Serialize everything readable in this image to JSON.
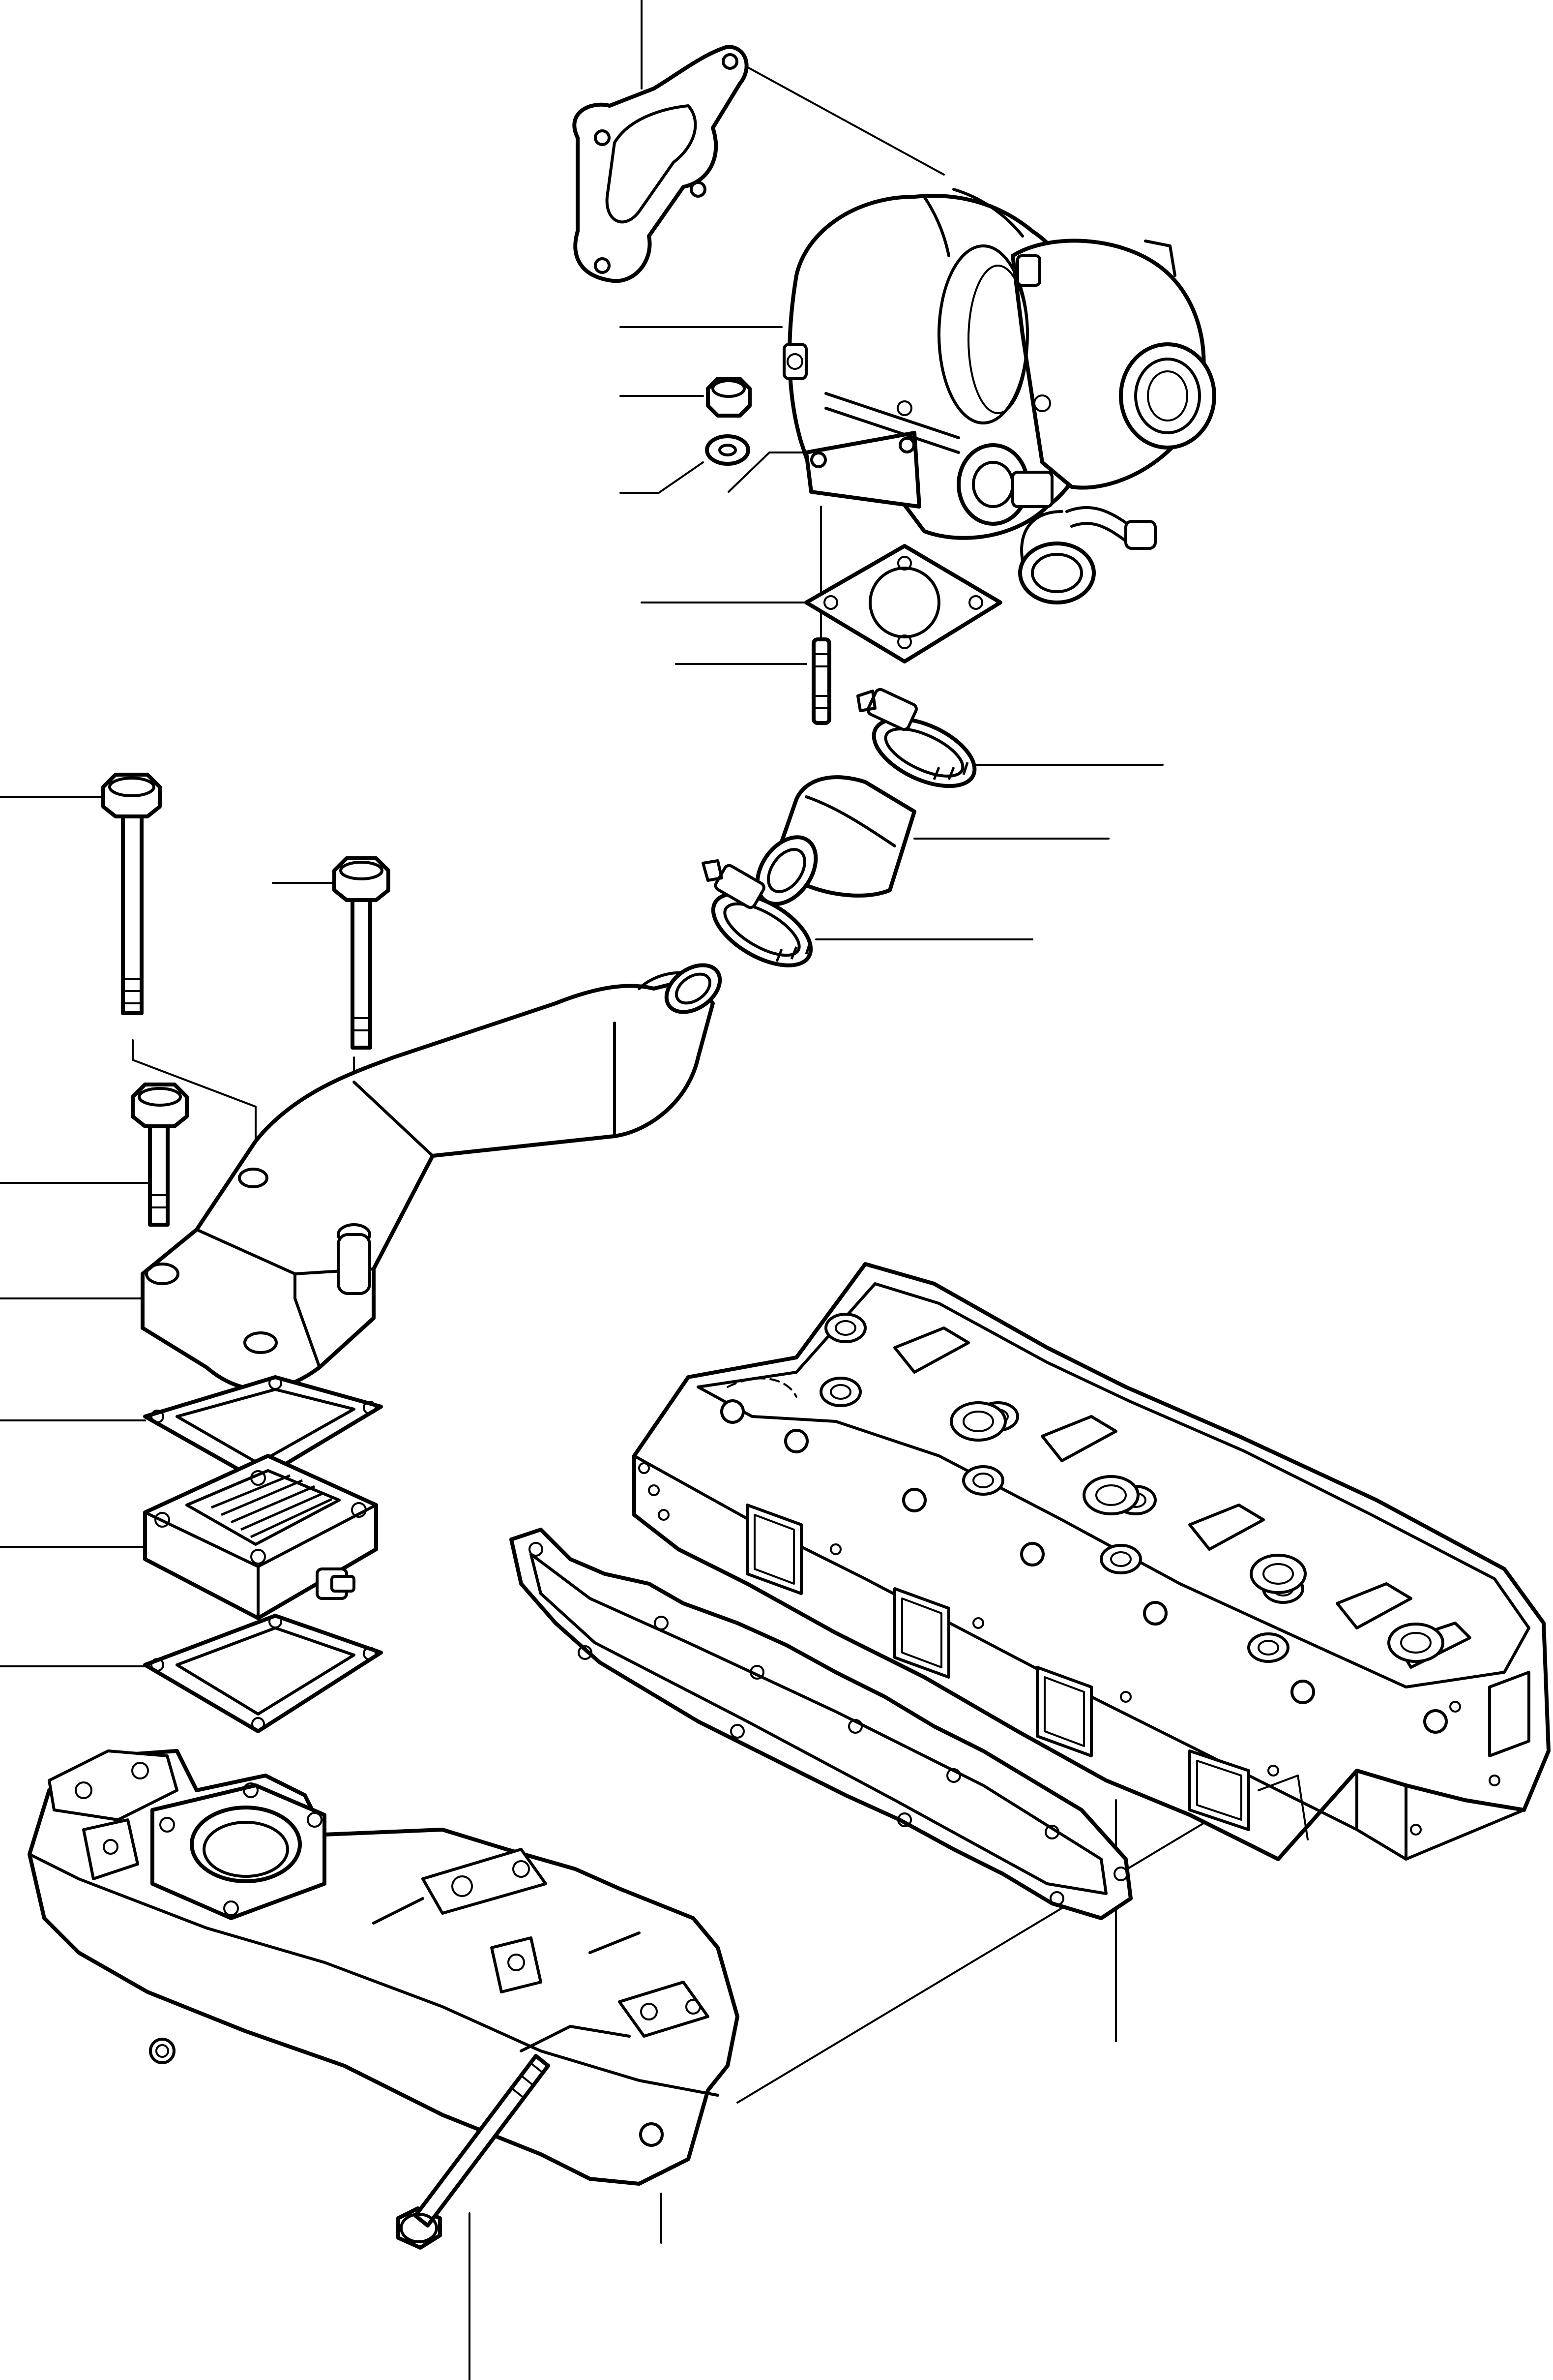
{
  "figure": {
    "kind": "exploded-parts-diagram",
    "ink_color": "#000000",
    "background_color": "#ffffff"
  },
  "parts": [
    {
      "id": "turbo-gasket-top"
    },
    {
      "id": "turbocharger"
    },
    {
      "id": "nut"
    },
    {
      "id": "washer"
    },
    {
      "id": "turbo-flange-gasket"
    },
    {
      "id": "stud"
    },
    {
      "id": "hose-clamp-upper"
    },
    {
      "id": "hose"
    },
    {
      "id": "hose-clamp-lower"
    },
    {
      "id": "bolt-long"
    },
    {
      "id": "bolt-medium"
    },
    {
      "id": "bolt-short"
    },
    {
      "id": "intake-pipe"
    },
    {
      "id": "gasket-upper"
    },
    {
      "id": "heater-body"
    },
    {
      "id": "gasket-lower"
    },
    {
      "id": "intake-manifold"
    },
    {
      "id": "manifold-bolt"
    },
    {
      "id": "head-gasket"
    },
    {
      "id": "cylinder-head"
    }
  ]
}
